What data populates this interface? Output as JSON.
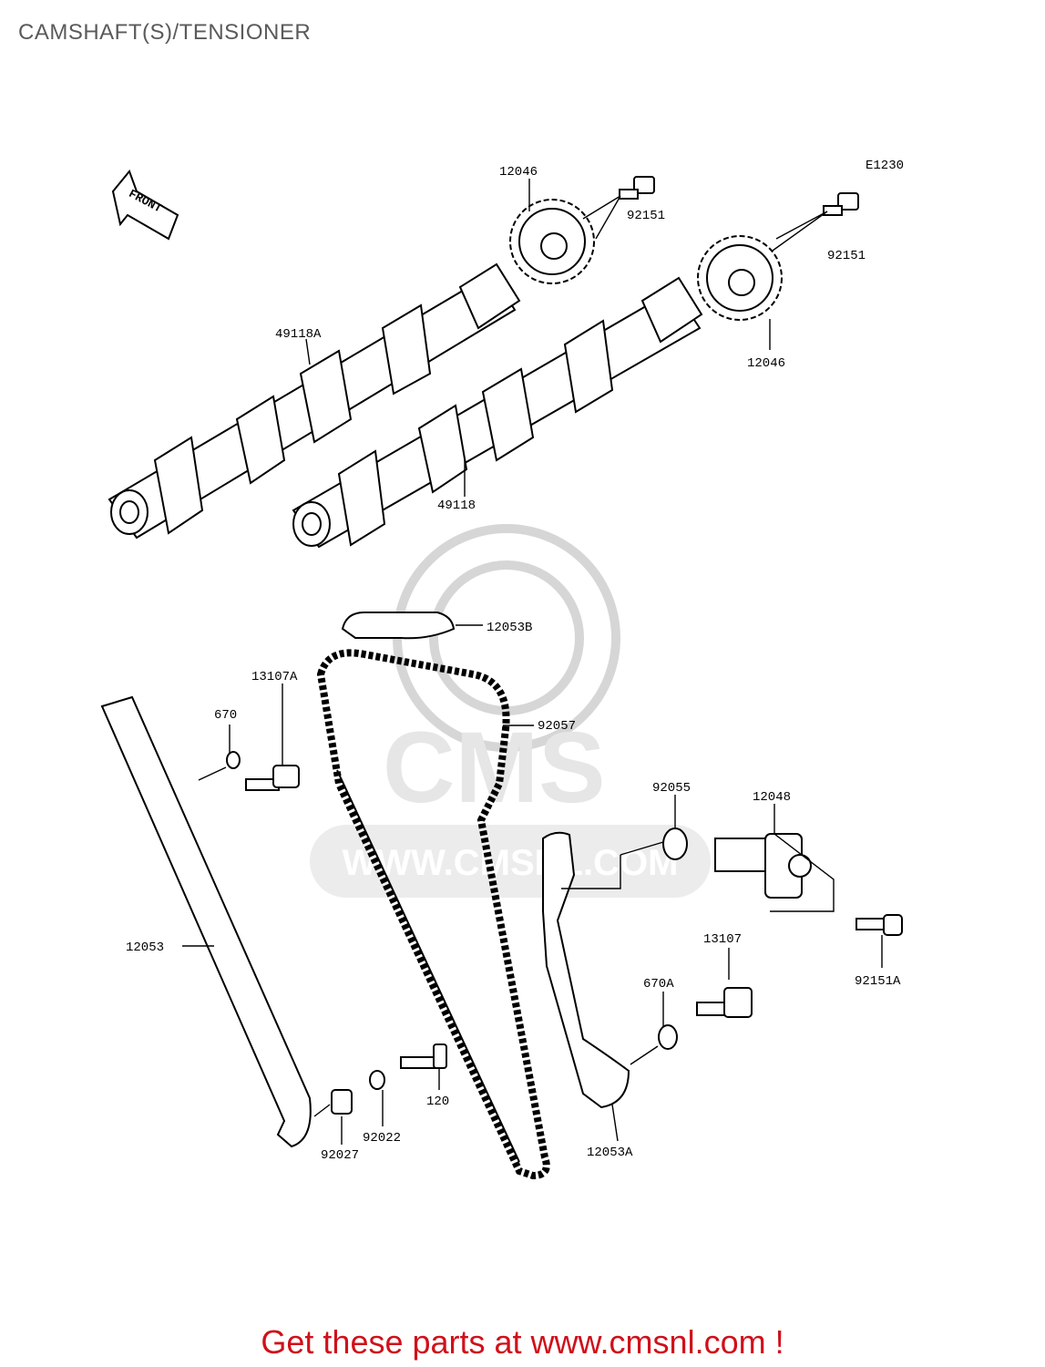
{
  "title": "CAMSHAFT(S)/TENSIONER",
  "diagram_code": "E1230",
  "front_arrow_label": "FRONT",
  "watermark": {
    "brand": "CMS",
    "url": "WWW.CMSNL.COM"
  },
  "parts": {
    "sprocket_left": "12046",
    "bolt_left": "92151",
    "bolt_right": "92151",
    "sprocket_right": "12046",
    "camshaft_a": "49118A",
    "camshaft": "49118",
    "chain_guide_top": "12053B",
    "bolt_guide": "13107A",
    "oring_670": "670",
    "chain": "92057",
    "oring_92055": "92055",
    "tensioner": "12048",
    "chain_guide_left": "12053",
    "bolt_13107": "13107",
    "bolt_92151a": "92151A",
    "oring_670a": "670A",
    "bolt_120": "120",
    "washer": "92022",
    "collar": "92027",
    "chain_guide_right": "12053A"
  },
  "footer": "Get these parts at www.cmsnl.com !",
  "colors": {
    "footer": "#d0101a",
    "title": "#5a5a5a",
    "watermark": "#d6d6d6"
  }
}
